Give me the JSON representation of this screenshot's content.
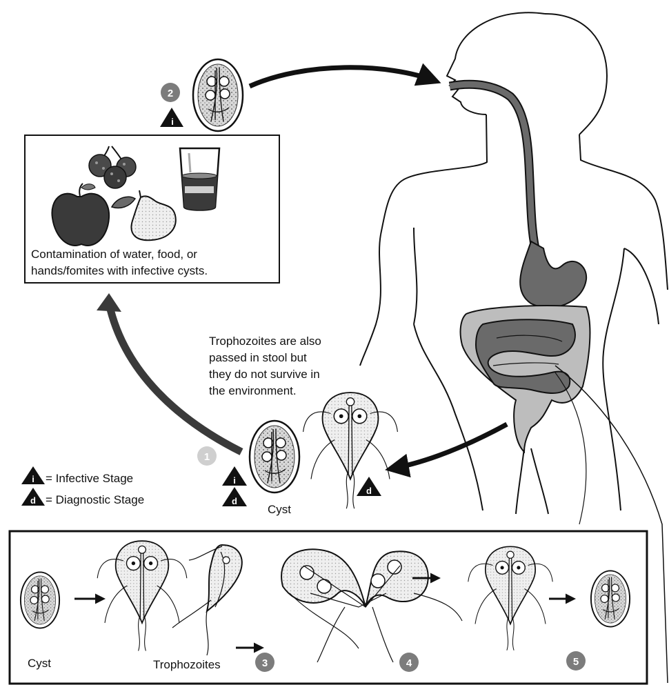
{
  "contamination_caption": {
    "line1": "Contamination of water, food, or",
    "line2": "hands/fomites with infective cysts."
  },
  "trophozoite_note": {
    "line1": "Trophozoites are also",
    "line2": "passed in stool but",
    "line3": "they do not survive in",
    "line4": "the environment."
  },
  "legend": {
    "infective_letter": "i",
    "infective_label": "= Infective Stage",
    "diagnostic_letter": "d",
    "diagnostic_label": "= Diagnostic Stage"
  },
  "stages": {
    "one": "1",
    "two": "2",
    "three": "3",
    "four": "4",
    "five": "5"
  },
  "markers": {
    "infective": "i",
    "diagnostic": "d"
  },
  "labels": {
    "cyst_main": "Cyst",
    "cyst_panel": "Cyst",
    "trophozoites_panel": "Trophozoites"
  },
  "colors": {
    "line": "#111111",
    "cycle_arrow": "#3a3a3a",
    "gut_dark": "#6a6a6a",
    "gut_light": "#bdbdbd",
    "stage_badge": "#7c7c7c",
    "stage_badge_faint": "#cfcfcf",
    "cyst_fill": "#9a9a9a"
  }
}
